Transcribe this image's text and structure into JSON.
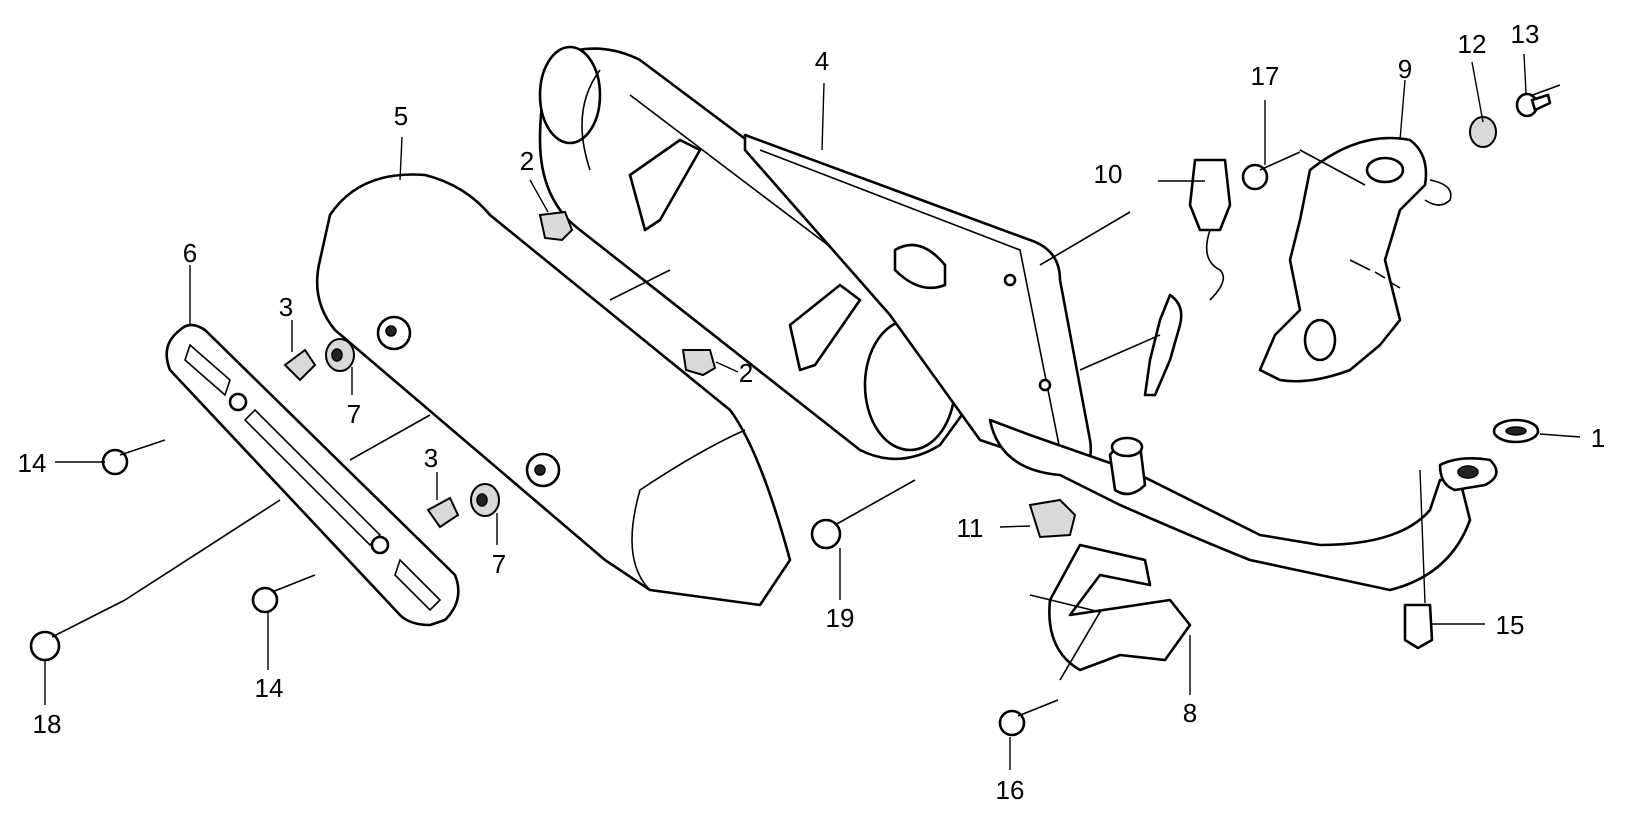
{
  "callouts": {
    "n1": "1",
    "n2a": "2",
    "n2b": "2",
    "n3a": "3",
    "n3b": "3",
    "n4": "4",
    "n5": "5",
    "n6": "6",
    "n7a": "7",
    "n7b": "7",
    "n8": "8",
    "n9": "9",
    "n10": "10",
    "n11": "11",
    "n12": "12",
    "n13": "13",
    "n14a": "14",
    "n14b": "14",
    "n15": "15",
    "n16": "16",
    "n17": "17",
    "n18": "18",
    "n19": "19"
  },
  "colors": {
    "line": "#000000",
    "background": "#ffffff",
    "shade": "#d9d9d9"
  }
}
